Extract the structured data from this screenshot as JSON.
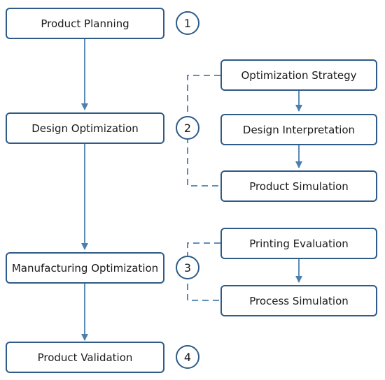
{
  "colors": {
    "stroke": "#2e5b87",
    "connector": "#4a7fb0",
    "text": "#1a1a1a"
  },
  "main_steps": [
    {
      "label": "Product Planning",
      "number": "1"
    },
    {
      "label": "Design Optimization",
      "number": "2"
    },
    {
      "label": "Manufacturing Optimization",
      "number": "3"
    },
    {
      "label": "Product Validation",
      "number": "4"
    }
  ],
  "design_substeps": [
    "Optimization Strategy",
    "Design Interpretation",
    "Product Simulation"
  ],
  "manufacturing_substeps": [
    "Printing Evaluation",
    "Process Simulation"
  ]
}
